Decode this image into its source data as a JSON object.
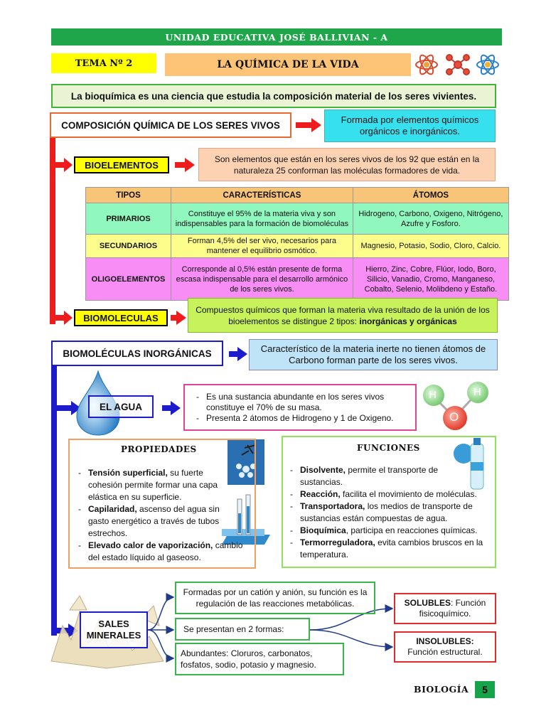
{
  "header": {
    "school": "UNIDAD EDUCATIVA JOSÉ BALLIVIAN - A"
  },
  "tema": {
    "label": "TEMA Nº 2",
    "title": "LA QUÍMICA DE LA VIDA"
  },
  "intro": "La bioquímica es una ciencia que estudia la composición material de los seres vivientes.",
  "composicion": {
    "title": "COMPOSICIÓN QUÍMICA DE LOS SERES VIVOS",
    "desc": "Formada por elementos químicos orgánicos e inorgánicos."
  },
  "bioelementos": {
    "label": "BIOELEMENTOS",
    "desc": "Son elementos que están en los seres vivos de los 92 que están en la naturaleza 25 conforman las moléculas formadores de vida."
  },
  "tabla": {
    "headers": [
      "TIPOS",
      "CARACTERÍSTICAS",
      "ÁTOMOS"
    ],
    "rows": [
      {
        "tipo": "PRIMARIOS",
        "car": "Constituye el 95% de la materia viva y son indispensables para la formación de biomoléculas",
        "atomos": "Hidrogeno, Carbono, Oxigeno, Nitrógeno, Azufre y Fosforo.",
        "color": "#90f7bf"
      },
      {
        "tipo": "SECUNDARIOS",
        "car": "Forman 4,5%  del ser vivo, necesarios para mantener el equilibrio osmótico.",
        "atomos": "Magnesio, Potasio, Sodio, Cloro, Calcio.",
        "color": "#fdfd8c"
      },
      {
        "tipo": "OLIGOELEMENTOS",
        "car": "Corresponde al 0,5% están presente de forma escasa indispensable para el desarrollo armónico de los seres vivos.",
        "atomos": "Hierro, Zinc, Cobre, Flúor, Iodo, Boro, Silicio, Vanadio, Cromo, Manganeso, Cobalto, Selenio, Molibdeno y Estaño.",
        "color": "#f78df5"
      }
    ]
  },
  "biomoleculas": {
    "label": "BIOMOLECULAS",
    "desc": "Compuestos químicos que forman la materia viva resultado de la unión de los bioelementos se distingue 2 tipos: ",
    "desc_bold": "inorgánicas y orgánicas"
  },
  "inorganicas": {
    "title": "BIOMOLÉCULAS INORGÁNICAS",
    "desc": "Característico de la materia inerte no tienen átomos de Carbono forman parte de los seres vivos."
  },
  "agua": {
    "label": "EL AGUA",
    "items": [
      "Es una sustancia abundante en los seres vivos constituye el 70% de su masa.",
      "Presenta 2 átomos de Hidrogeno y 1 de Oxigeno."
    ],
    "molecule": {
      "h": "H",
      "o": "O"
    }
  },
  "propiedades": {
    "title": "PROPIEDADES",
    "items": [
      {
        "bold": "Tensión superficial,",
        "text": " su fuerte cohesión permite formar una capa elástica en su superficie."
      },
      {
        "bold": "Capilaridad,",
        "text": " ascenso del agua sin gasto energético a través de tubos estrechos."
      },
      {
        "bold": "Elevado calor de vaporización,",
        "text": " cambio del estado líquido al gaseoso."
      }
    ]
  },
  "funciones": {
    "title": "FUNCIONES",
    "items": [
      {
        "bold": "Disolvente,",
        "text": " permite el transporte de sustancias."
      },
      {
        "bold": "Reacción,",
        "text": " facilita el movimiento de moléculas."
      },
      {
        "bold": "Transportadora,",
        "text": " los medios de transporte de sustancias están compuestas de agua."
      },
      {
        "bold": "Bioquímica",
        "text": ", participa en reacciones químicas."
      },
      {
        "bold": "Termorreguladora,",
        "text": " evita cambios bruscos en la temperatura."
      }
    ]
  },
  "sales": {
    "label": "SALES MINERALES",
    "s1": "Formadas por un catión y anión, su función es la regulación de las reacciones metabólicas.",
    "s2": "Se presentan en 2 formas:",
    "s3": "Abundantes: Cloruros, carbonatos, fosfatos, sodio, potasio y magnesio.",
    "solubles_bold": "SOLUBLES",
    "solubles_text": ": Función fisicoquímico.",
    "insolubles_bold": "INSOLUBLES:",
    "insolubles_text": "Función estructural."
  },
  "footer": {
    "subject": "BIOLOGÍA",
    "page": "5"
  },
  "colors": {
    "green": "#1fa64a",
    "red_connector": "#ee1c1c",
    "blue_connector": "#1c1ccd"
  }
}
